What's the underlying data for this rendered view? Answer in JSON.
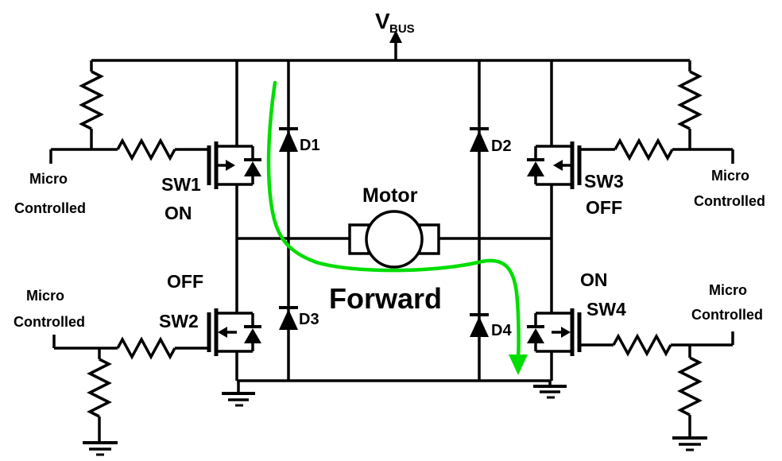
{
  "diagram": {
    "type": "h-bridge-motor-circuit",
    "direction_label": "Forward",
    "bus_label": {
      "main": "V",
      "sub": "BUS"
    },
    "motor_label": "Motor",
    "switches": {
      "sw1": {
        "name": "SW1",
        "state": "ON"
      },
      "sw2": {
        "name": "SW2",
        "state": "OFF"
      },
      "sw3": {
        "name": "SW3",
        "state": "OFF"
      },
      "sw4": {
        "name": "SW4",
        "state": "ON"
      }
    },
    "diodes": {
      "d1": "D1",
      "d2": "D2",
      "d3": "D3",
      "d4": "D4"
    },
    "micro": {
      "line1": "Micro",
      "line2": "Controlled"
    },
    "colors": {
      "wire": "#000000",
      "background": "#FFFFFF",
      "on_state": "#FF00F0",
      "current_path": "#00DD00"
    }
  }
}
